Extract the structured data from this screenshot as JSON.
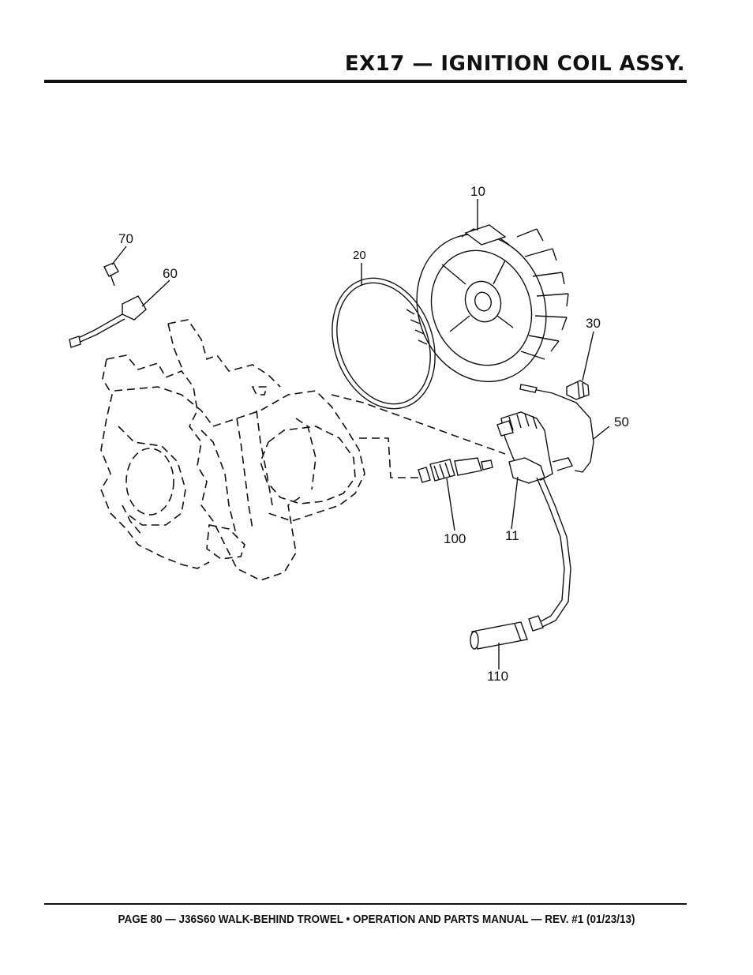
{
  "header": {
    "title": "EX17 — IGNITION COIL ASSY."
  },
  "footer": {
    "text": "PAGE 80 — J36S60 WALK-BEHIND TROWEL • OPERATION AND PARTS MANUAL — REV. #1 (01/23/13)"
  },
  "diagram": {
    "callouts": {
      "p10": "10",
      "p20": "20",
      "p30": "30",
      "p50": "50",
      "p60": "60",
      "p70": "70",
      "p100": "100",
      "p11": "11",
      "p110": "110"
    }
  }
}
